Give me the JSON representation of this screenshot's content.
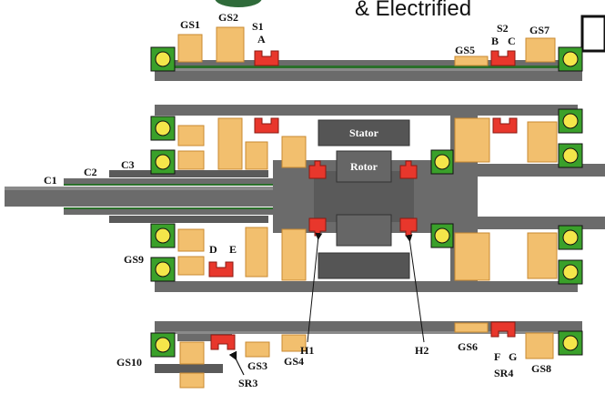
{
  "header": {
    "text": "& Electrified"
  },
  "colors": {
    "shaft": "#6b6b6b",
    "shaft_dark": "#4a4a4a",
    "gear": "#f2bf6e",
    "gear_edge": "#c88a30",
    "sync": "#e8372c",
    "bearing_green": "#3aa02a",
    "bearing_ball": "#f4e64a",
    "stator": "#555555",
    "housing": "#222222"
  },
  "motor": {
    "stator": "Stator",
    "rotor": "Rotor"
  },
  "labels": {
    "GS1": "GS1",
    "GS2": "GS2",
    "S1": "S1",
    "A": "A",
    "S2": "S2",
    "B": "B",
    "C": "C",
    "GS7": "GS7",
    "GS5": "GS5",
    "C1": "C1",
    "C2": "C2",
    "C3": "C3",
    "D": "D",
    "E": "E",
    "GS9": "GS9",
    "H1": "H1",
    "H2": "H2",
    "GS6": "GS6",
    "F": "F",
    "G": "G",
    "SR4": "SR4",
    "GS8": "GS8",
    "GS10": "GS10",
    "GS3": "GS3",
    "GS4": "GS4",
    "SR3": "SR3"
  }
}
